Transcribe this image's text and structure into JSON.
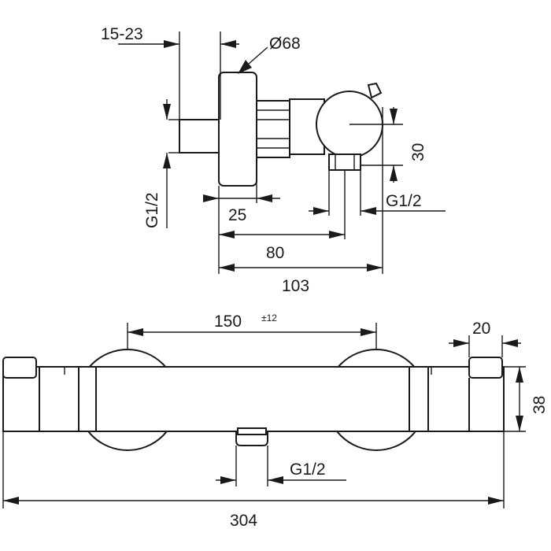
{
  "top_view": {
    "dim_thread_depth": "15-23",
    "dim_rosette_diameter": "Ø68",
    "dim_height": "30",
    "dim_rosette_depth": "25",
    "dim_offset": "80",
    "dim_total_depth": "103",
    "thread_left": "G1/2",
    "thread_right": "G1/2"
  },
  "front_view": {
    "dim_center_distance": "150",
    "dim_center_tolerance": "±12",
    "dim_cap_width": "20",
    "dim_body_height": "38",
    "thread_outlet": "G1/2",
    "dim_total_width": "304"
  },
  "colors": {
    "line": "#1a1a1a",
    "background": "#ffffff"
  }
}
